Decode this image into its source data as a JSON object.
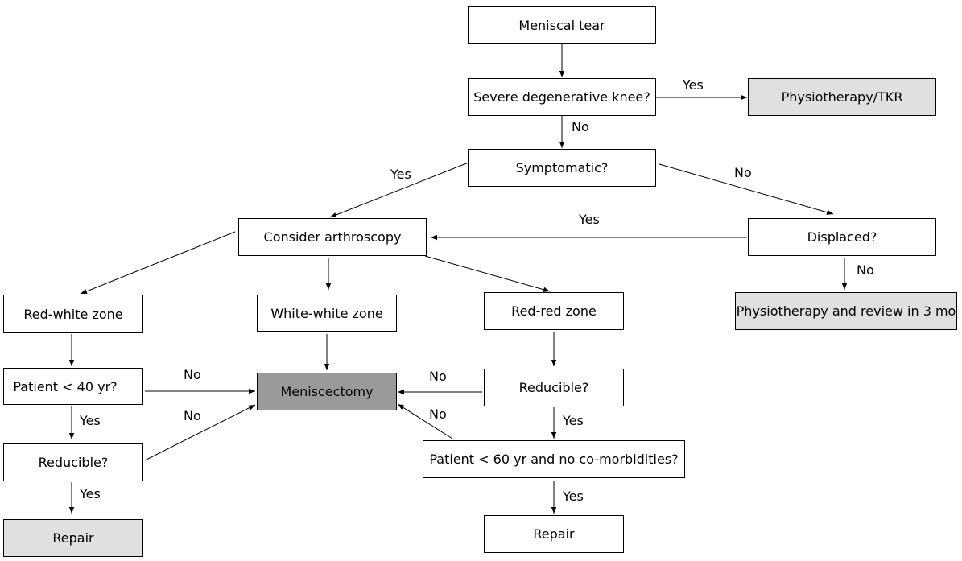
{
  "nodes": {
    "meniscal_tear": "Meniscal tear",
    "severe_degenerative": "Severe degenerative knee?",
    "physio_tkr": "Physiotherapy/TKR",
    "symptomatic": "Symptomatic?",
    "consider_arthroscopy": "Consider arthroscopy",
    "displaced": "Displaced?",
    "physio_review": "Physiotherapy and review in 3 mo",
    "red_white": "Red-white zone",
    "white_white": "White-white zone",
    "red_red": "Red-red zone",
    "patient_40": "Patient < 40 yr?",
    "meniscectomy": "Meniscectomy",
    "reducible_rr": "Reducible?",
    "reducible_rw": "Reducible?",
    "patient_60": "Patient < 60 yr and no co-morbidities?",
    "repair_left": "Repair",
    "repair_right": "Repair"
  },
  "edge_labels": {
    "severe_yes": "Yes",
    "severe_no": "No",
    "symptomatic_yes": "Yes",
    "symptomatic_no": "No",
    "displaced_yes": "Yes",
    "displaced_no": "No",
    "patient40_no": "No",
    "patient40_yes": "Yes",
    "reducible_rw_no": "No",
    "reducible_rw_yes": "Yes",
    "reducible_rr_no": "No",
    "reducible_rr_yes": "Yes",
    "patient60_no": "No",
    "patient60_yes": "Yes"
  }
}
